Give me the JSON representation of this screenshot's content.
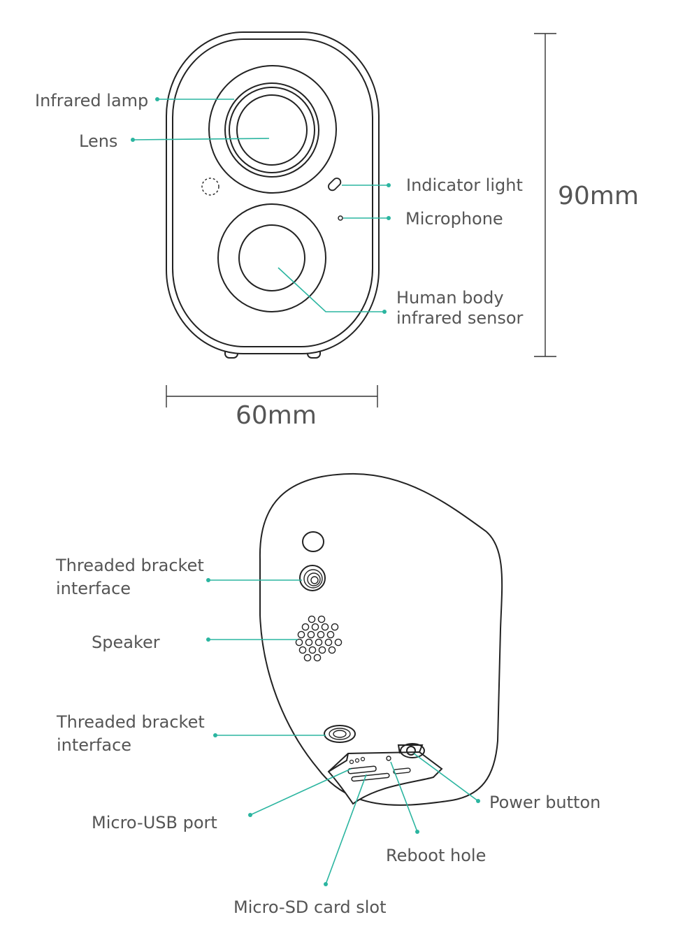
{
  "colors": {
    "accent": "#2bb5a0",
    "outline": "#222222",
    "text": "#555555"
  },
  "front_view": {
    "labels": {
      "infrared_lamp": "Infrared lamp",
      "lens": "Lens",
      "indicator_light": "Indicator light",
      "microphone": "Microphone",
      "human_body_sensor_line1": "Human body",
      "human_body_sensor_line2": "infrared sensor"
    },
    "dimensions": {
      "height": "90mm",
      "width": "60mm"
    }
  },
  "back_view": {
    "labels": {
      "threaded_bracket_top_line1": "Threaded bracket",
      "threaded_bracket_top_line2": "interface",
      "speaker": "Speaker",
      "threaded_bracket_bottom_line1": "Threaded bracket",
      "threaded_bracket_bottom_line2": "interface",
      "power_button": "Power button",
      "micro_usb_port": "Micro-USB port",
      "reboot_hole": "Reboot hole",
      "micro_sd_card_slot": "Micro-SD card slot"
    }
  }
}
